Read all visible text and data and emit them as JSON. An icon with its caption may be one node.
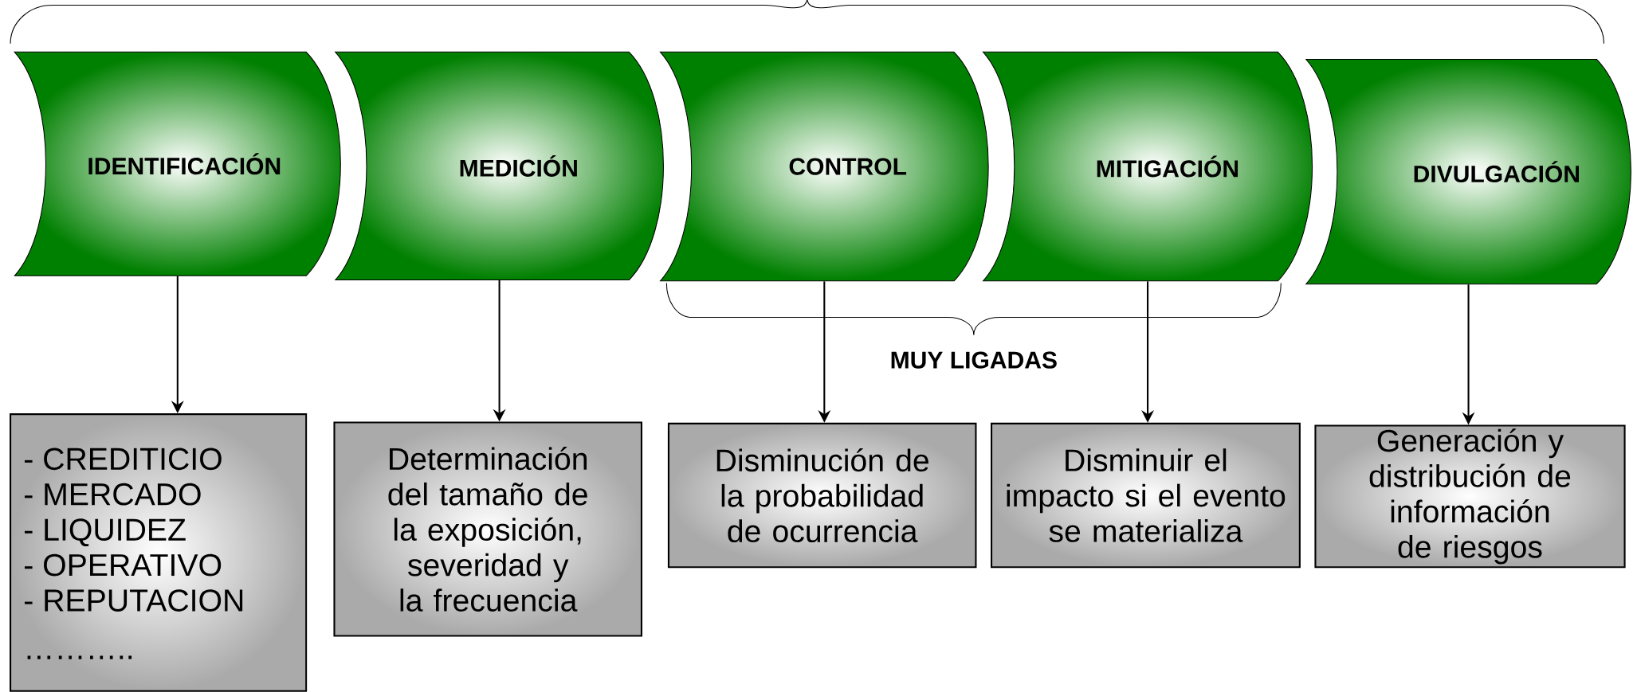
{
  "diagram": {
    "nodes": [
      {
        "text": [
          "IDENTIFICACIÓN"
        ]
      },
      {
        "text": [
          "MEDICIÓN"
        ]
      },
      {
        "text": [
          "CONTROL"
        ]
      },
      {
        "text": [
          "MITIGACIÓN"
        ]
      },
      {
        "text": [
          "DIVULGACIÓN"
        ]
      },
      {
        "text": [
          "- CREDITICIO",
          "- MERCADO",
          "- LIQUIDEZ",
          "- OPERATIVO",
          "- REPUTACION",
          "……….."
        ]
      },
      {
        "text": [
          "Determinación del tamaño de la exposición, severidad y la frecuencia"
        ]
      },
      {
        "text": [
          "Disminución de la probabilidad de ocurrencia"
        ]
      },
      {
        "text": [
          "Disminuir el impacto si el evento se materializa"
        ]
      },
      {
        "text": [
          "Generación y distribución de información de riesgos"
        ]
      }
    ],
    "edges": [
      {
        "from": 0,
        "to": 5,
        "arrow": "to"
      },
      {
        "from": 1,
        "to": 6,
        "arrow": "to"
      },
      {
        "from": 2,
        "to": 7,
        "arrow": "to"
      },
      {
        "from": 3,
        "to": 8,
        "arrow": "to"
      },
      {
        "from": 4,
        "to": 9,
        "arrow": "to"
      }
    ],
    "labels": [
      "MUY LIGADAS"
    ]
  }
}
